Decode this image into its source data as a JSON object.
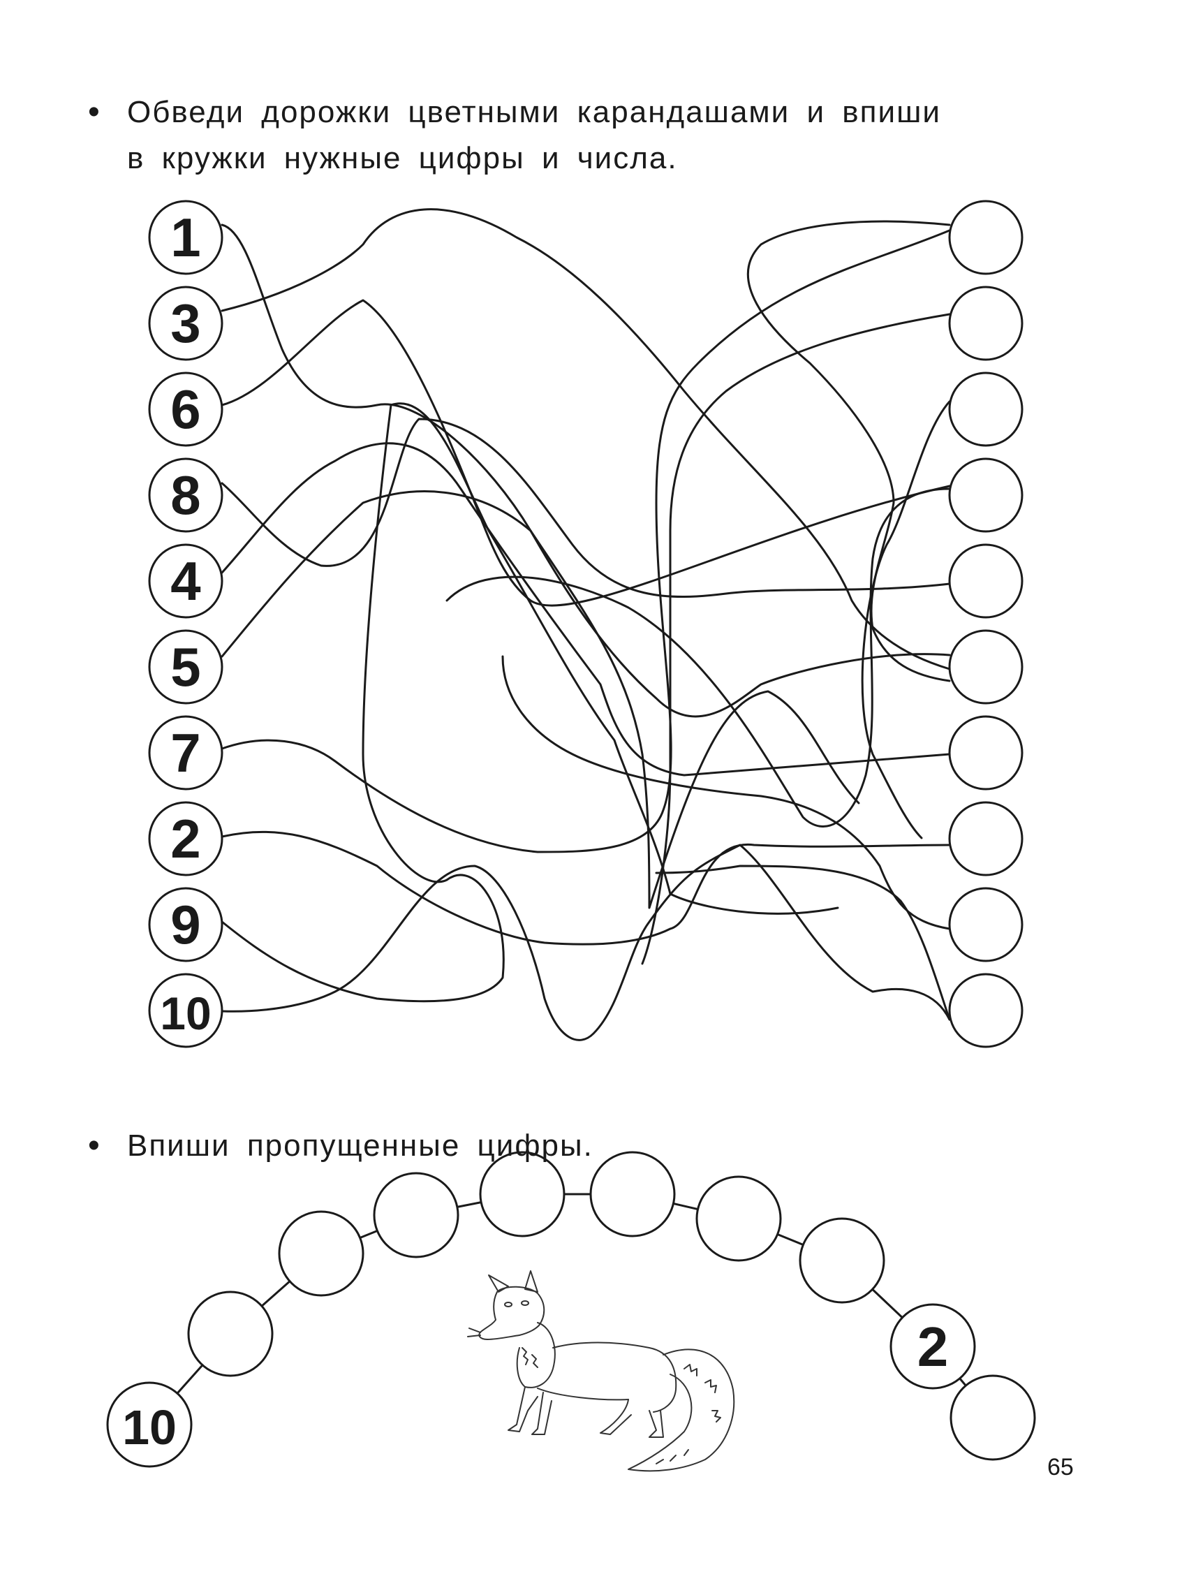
{
  "task1": {
    "bullet": "•",
    "line1": "Обведи дорожки цветными карандашами и впиши",
    "line2": "в кружки нужные цифры и числа."
  },
  "task2": {
    "bullet": "•",
    "text": "Впиши пропущенные цифры."
  },
  "maze": {
    "left_numbers": [
      "1",
      "3",
      "6",
      "8",
      "4",
      "5",
      "7",
      "2",
      "9",
      "10"
    ],
    "right_circle_count": 10
  },
  "arc": {
    "labels": [
      "10",
      "",
      "",
      "",
      "",
      "",
      "",
      "",
      "",
      "2",
      ""
    ]
  },
  "page_number": "65"
}
